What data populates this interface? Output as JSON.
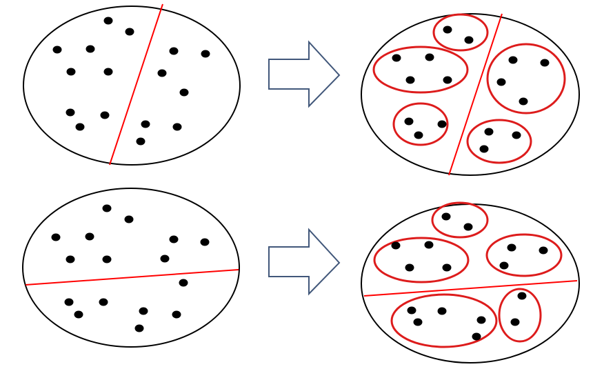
{
  "colors": {
    "background": "#ffffff",
    "ellipse_stroke": "#000000",
    "dot": "#000000",
    "divider": "#ff0000",
    "cluster": "#dd1c1c",
    "arrow_stroke": "#41577a",
    "arrow_fill": "#ffffff"
  },
  "icons": {
    "arrow": "right-arrow-icon"
  },
  "panels": [
    {
      "id": "top-before",
      "divider": "slanted",
      "clusters": 0,
      "points": 16
    },
    {
      "id": "top-after",
      "divider": "slanted",
      "clusters": 5,
      "points": 16
    },
    {
      "id": "bottom-before",
      "divider": "near-horizontal",
      "clusters": 0,
      "points": 16
    },
    {
      "id": "bottom-after",
      "divider": "near-horizontal",
      "clusters": 5,
      "points": 16
    }
  ]
}
